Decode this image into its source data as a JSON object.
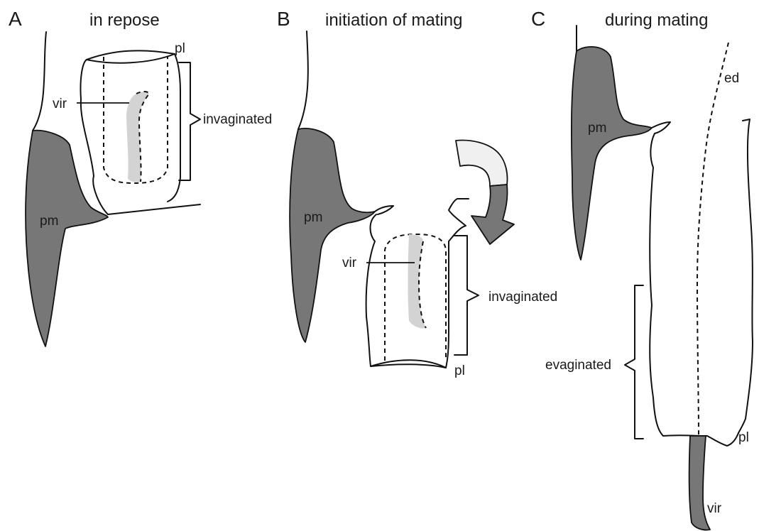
{
  "panels": [
    {
      "letter": "A",
      "title": "in repose",
      "labels": {
        "pm": "pm",
        "vir": "vir",
        "pl": "pl",
        "state": "invaginated"
      }
    },
    {
      "letter": "B",
      "title": "initiation of mating",
      "labels": {
        "pm": "pm",
        "vir": "vir",
        "pl": "pl",
        "state": "invaginated"
      }
    },
    {
      "letter": "C",
      "title": "during  mating",
      "labels": {
        "pm": "pm",
        "ed": "ed",
        "pl": "pl",
        "vir": "vir",
        "state": "evaginated"
      }
    }
  ],
  "colors": {
    "pm_fill": "#777777",
    "vir_light": "#d3d3d3",
    "arrow_light": "#f0f0f0",
    "arrow_dark": "#777777"
  }
}
